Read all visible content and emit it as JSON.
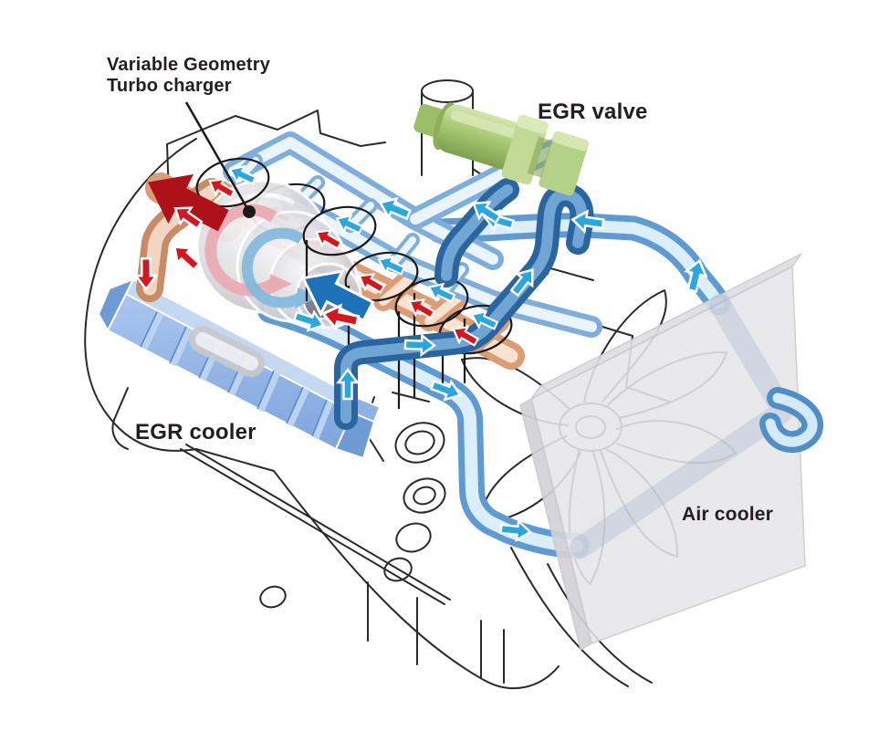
{
  "labels": {
    "turbo": {
      "line1": "Variable Geometry",
      "line2": "Turbo charger"
    },
    "egr_valve": "EGR valve",
    "egr_cooler": "EGR cooler",
    "air_cooler": "Air cooler"
  },
  "colors": {
    "label_text": "#231F20",
    "intake_pipe_edge": "#7FAEDC",
    "intake_pipe_core": "#E9F4FB",
    "charge_pipe_edge": "#5D9BD2",
    "egr_pipe_dark_edge": "#2A659F",
    "egr_pipe_dark_core": "#6FA6D4",
    "exhaust_pipe_edge": "#DC9C74",
    "exhaust_pipe_core": "#F8E2D0",
    "egr_valve_green": "#A9CB76",
    "egr_cooler_blue": "#92B6E4",
    "air_cooler_gray": "#E7E7EA",
    "turbo_gray": "#D2D2D6",
    "arrow_cyan": "#29A8E0",
    "arrow_red": "#D8141E",
    "arrow_dark_red": "#AE1118",
    "arrow_dark_blue": "#1D71B8",
    "outline_black": "#2A2A2A"
  },
  "icons": {
    "flow_arrow": "triangle-flow-arrow",
    "rotation_arrow": "curl-arrow",
    "callout_dot": "black-dot"
  }
}
